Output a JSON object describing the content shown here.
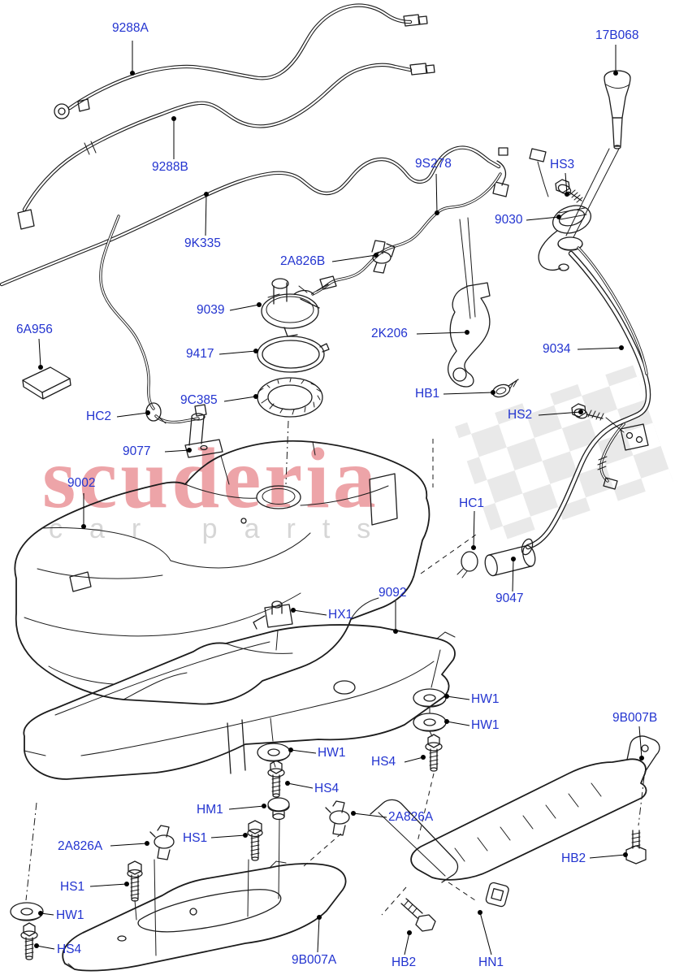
{
  "figure": {
    "type": "exploded-parts-diagram",
    "subject": "fuel tank and related parts",
    "background_color": "#ffffff",
    "line_color": "#1c1c1c",
    "callout_color": "#2334d0"
  },
  "watermark": {
    "brand": "scuderia",
    "tagline": "car parts",
    "brand_color": "#eda4a8",
    "tagline_color": "#d6d6d6",
    "flag_color": "#e9e9e9"
  },
  "callouts": [
    {
      "text": "9288A"
    },
    {
      "text": "17B068"
    },
    {
      "text": "9288B"
    },
    {
      "text": "9S278"
    },
    {
      "text": "HS3"
    },
    {
      "text": "9030"
    },
    {
      "text": "9K335"
    },
    {
      "text": "2A826B"
    },
    {
      "text": "9039"
    },
    {
      "text": "6A956"
    },
    {
      "text": "2K206"
    },
    {
      "text": "9417"
    },
    {
      "text": "9034"
    },
    {
      "text": "HB1"
    },
    {
      "text": "9C385"
    },
    {
      "text": "HC2"
    },
    {
      "text": "HS2"
    },
    {
      "text": "9077"
    },
    {
      "text": "9002"
    },
    {
      "text": "HC1"
    },
    {
      "text": "9092"
    },
    {
      "text": "9047"
    },
    {
      "text": "HX1"
    },
    {
      "text": "HW1"
    },
    {
      "text": "HW1"
    },
    {
      "text": "9B007B"
    },
    {
      "text": "HW1"
    },
    {
      "text": "HS4"
    },
    {
      "text": "HS4"
    },
    {
      "text": "HM1"
    },
    {
      "text": "2A826A"
    },
    {
      "text": "HS1"
    },
    {
      "text": "2A826A"
    },
    {
      "text": "HS1"
    },
    {
      "text": "HW1"
    },
    {
      "text": "HS4"
    },
    {
      "text": "9B007A"
    },
    {
      "text": "HB2"
    },
    {
      "text": "HB2"
    },
    {
      "text": "HN1"
    }
  ]
}
